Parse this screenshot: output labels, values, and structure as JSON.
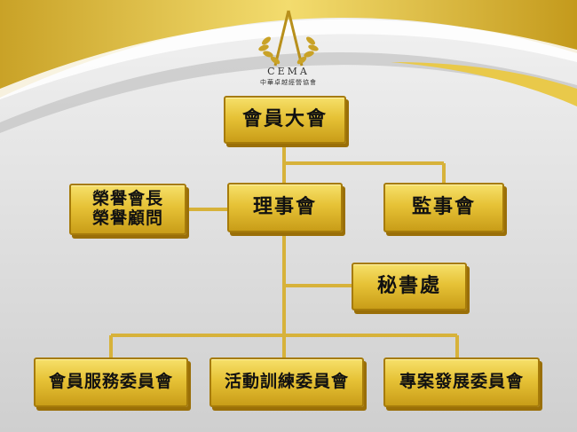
{
  "colors": {
    "gold": "#e6c236",
    "gold_dark": "#a67b0a",
    "line": "#d7b23a",
    "background": "#d9d9d9"
  },
  "logo": {
    "icon": "laurel-a-icon",
    "abbr": "CEMA",
    "name": "中華卓越經營協會"
  },
  "org": {
    "assembly": "會員大會",
    "board": "理事會",
    "supervisors": "監事會",
    "honorary_line1": "榮譽會長",
    "honorary_line2": "榮譽顧問",
    "secretariat": "秘書處",
    "committees": [
      "會員服務委員會",
      "活動訓練委員會",
      "專案發展委員會"
    ]
  }
}
